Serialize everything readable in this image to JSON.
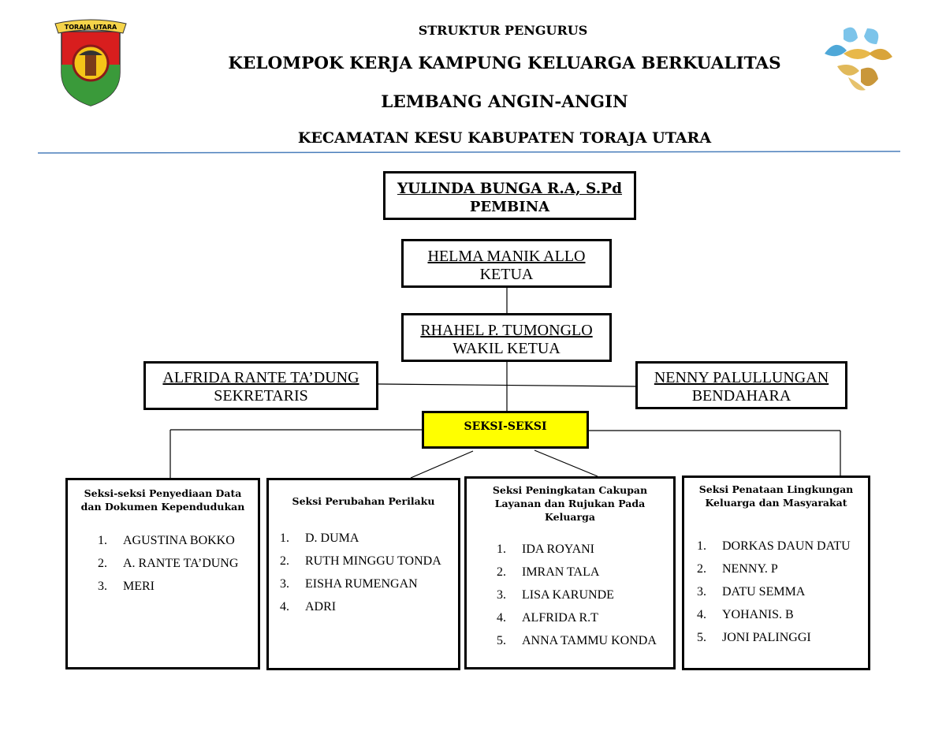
{
  "header": {
    "line1": "STRUKTUR PENGURUS",
    "line2": "KELOMPOK KERJA KAMPUNG KELUARGA BERKUALITAS",
    "line3": "LEMBANG ANGIN-ANGIN",
    "line4": "KECAMATAN KESU KABUPATEN TORAJA UTARA",
    "logo_left_text": "TORAJA UTARA"
  },
  "pembina": {
    "name": "YULINDA BUNGA R.A, S.Pd",
    "role": "PEMBINA"
  },
  "ketua": {
    "name": "HELMA MANIK ALLO",
    "role": "KETUA"
  },
  "wakil": {
    "name": "RHAHEL P. TUMONGLO",
    "role": "WAKIL KETUA"
  },
  "sekretaris": {
    "name": "ALFRIDA RANTE TA’DUNG",
    "role": "SEKRETARIS"
  },
  "bendahara": {
    "name": "NENNY PALULLUNGAN",
    "role": "BENDAHARA"
  },
  "seksi": {
    "label": "SEKSI-SEKSI",
    "color": "#ffff00"
  },
  "sections": [
    {
      "title": "Seksi-seksi Penyediaan Data dan Dokumen Kependudukan",
      "members": [
        "AGUSTINA BOKKO",
        "A. RANTE TA’DUNG",
        "MERI"
      ]
    },
    {
      "title": "Seksi Perubahan Perilaku",
      "members": [
        "D. DUMA",
        "RUTH MINGGU TONDA",
        "EISHA RUMENGAN",
        "ADRI"
      ]
    },
    {
      "title": "Seksi Peningkatan Cakupan Layanan dan Rujukan Pada Keluarga",
      "members": [
        "IDA ROYANI",
        "IMRAN TALA",
        "LISA KARUNDE",
        "ALFRIDA R.T",
        "ANNA TAMMU KONDA"
      ]
    },
    {
      "title": "Seksi Penataan Lingkungan Keluarga dan Masyarakat",
      "members": [
        "DORKAS DAUN DATU",
        "NENNY. P",
        "DATU SEMMA",
        "YOHANIS. B",
        "JONI PALINGGI"
      ]
    }
  ]
}
